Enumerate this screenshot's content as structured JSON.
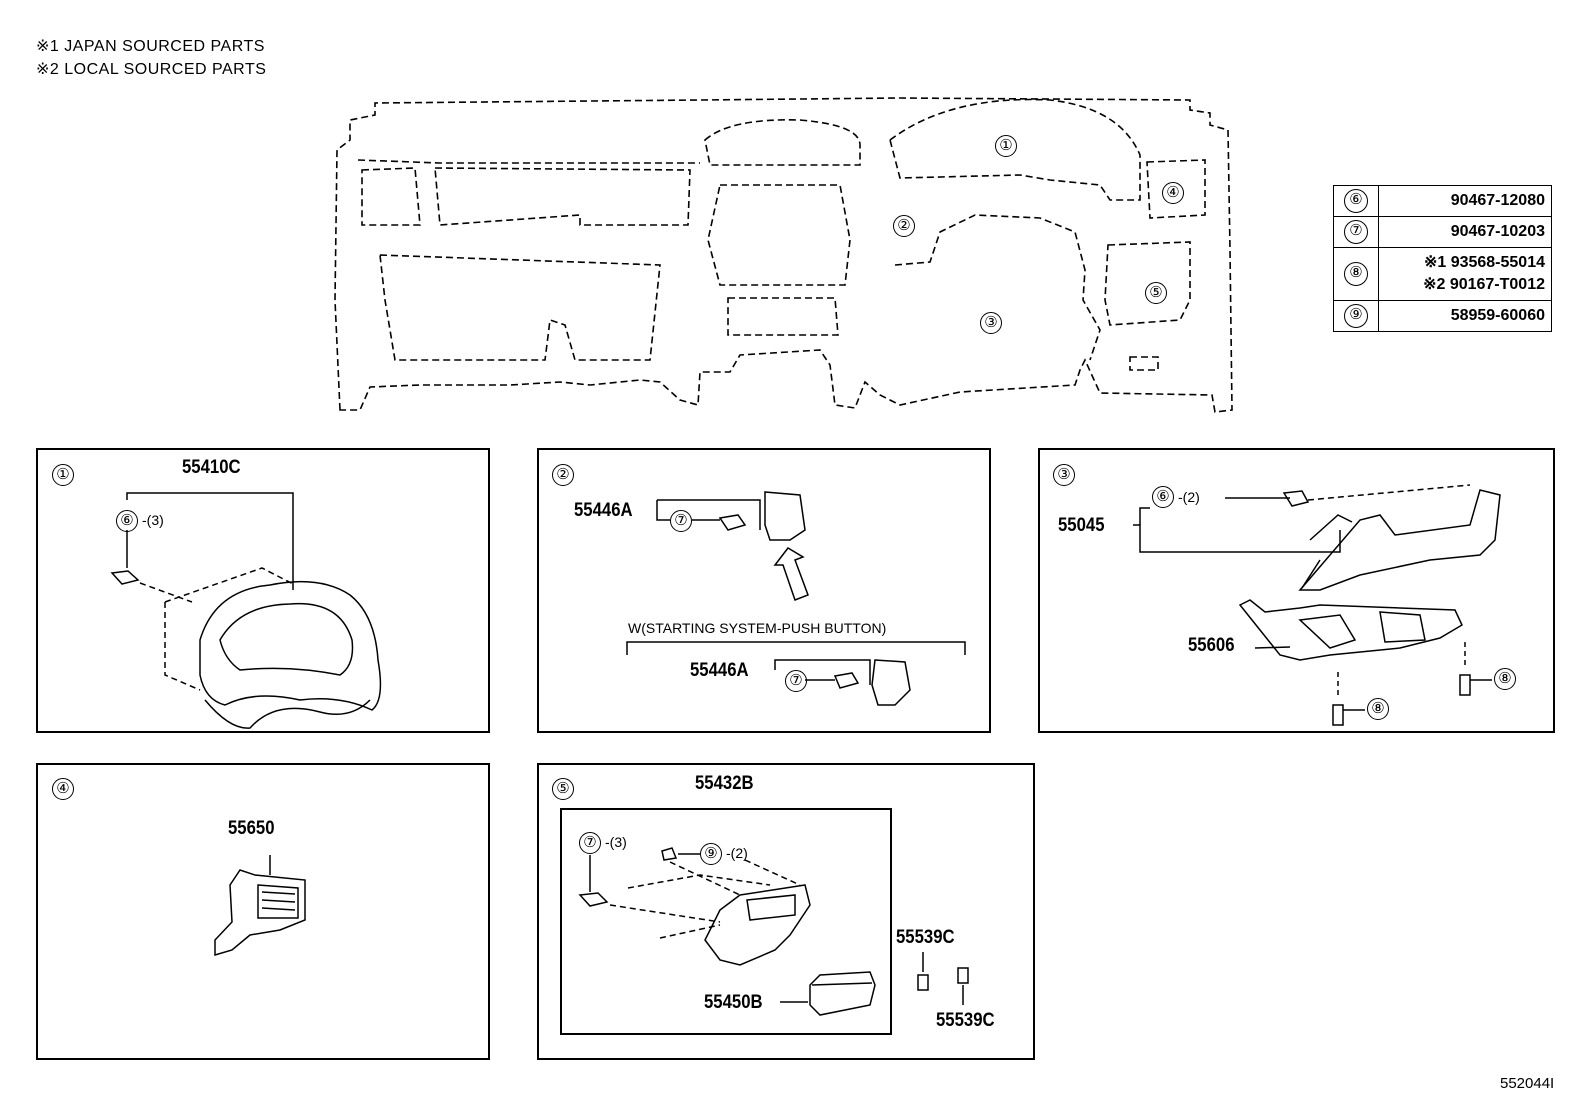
{
  "notes": [
    "※1 JAPAN SOURCED PARTS",
    "※2 LOCAL SOURCED PARTS"
  ],
  "overview": {
    "callouts": [
      "①",
      "②",
      "③",
      "④",
      "⑤"
    ]
  },
  "reference_table": [
    {
      "ref": "⑥",
      "part": "90467-12080"
    },
    {
      "ref": "⑦",
      "part": "90467-10203"
    },
    {
      "ref": "⑧",
      "part_line1": "※1 93568-55014",
      "part_line2": "※2 90167-T0012"
    },
    {
      "ref": "⑨",
      "part": "58959-60060"
    }
  ],
  "panels": {
    "p1": {
      "index": "①",
      "part": "55410C",
      "fastener_ref": "⑥",
      "fastener_qty": "-(3)"
    },
    "p2": {
      "index": "②",
      "part_a": "55446A",
      "ref_a": "⑦",
      "condition": "W(STARTING SYSTEM-PUSH BUTTON)",
      "part_b": "55446A",
      "ref_b": "⑦"
    },
    "p3": {
      "index": "③",
      "part_a": "55045",
      "fastener_ref": "⑥",
      "fastener_qty": "-(2)",
      "part_b": "55606",
      "ref_c": "⑧",
      "ref_d": "⑧"
    },
    "p4": {
      "index": "④",
      "part": "55650"
    },
    "p5": {
      "index": "⑤",
      "part": "55432B",
      "ref_a": "⑦",
      "qty_a": "-(3)",
      "ref_b": "⑨",
      "qty_b": "-(2)",
      "part_b": "55450B",
      "part_c": "55539C",
      "part_d": "55539C"
    }
  },
  "diagram_id": "552044I"
}
